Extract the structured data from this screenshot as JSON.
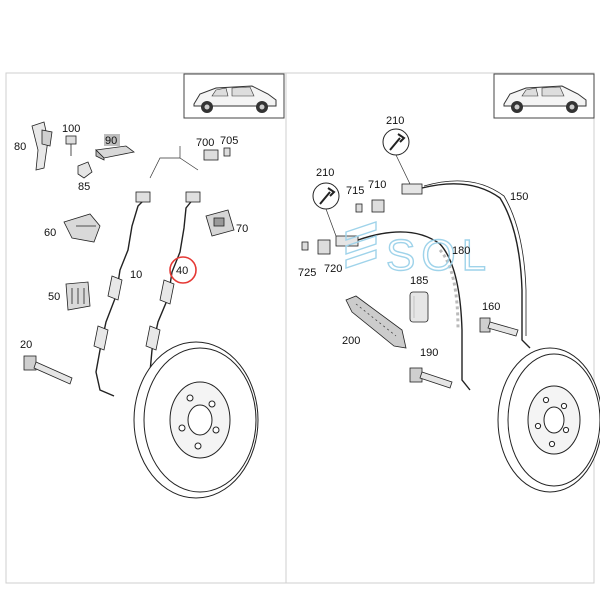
{
  "panels": {
    "left": {
      "labels": {
        "p100": "100",
        "p90": "90",
        "p80": "80",
        "p85": "85",
        "p700": "700",
        "p705": "705",
        "p60": "60",
        "p70": "70",
        "p10": "10",
        "p40": "40",
        "p50": "50",
        "p20": "20"
      },
      "highlighted_part": "40",
      "highlight_color": "#e53935"
    },
    "right": {
      "labels": {
        "p210a": "210",
        "p210b": "210",
        "p150": "150",
        "p715": "715",
        "p710": "710",
        "p180": "180",
        "p725": "725",
        "p720": "720",
        "p185": "185",
        "p160": "160",
        "p200": "200",
        "p190": "190"
      }
    }
  },
  "watermark": {
    "text": "SOL",
    "color": "#9fd3ea"
  },
  "icons": [
    "car-icon",
    "wrench-icon",
    "brake-disc-icon",
    "sensor-cable-icon",
    "bolt-icon",
    "bracket-icon"
  ]
}
